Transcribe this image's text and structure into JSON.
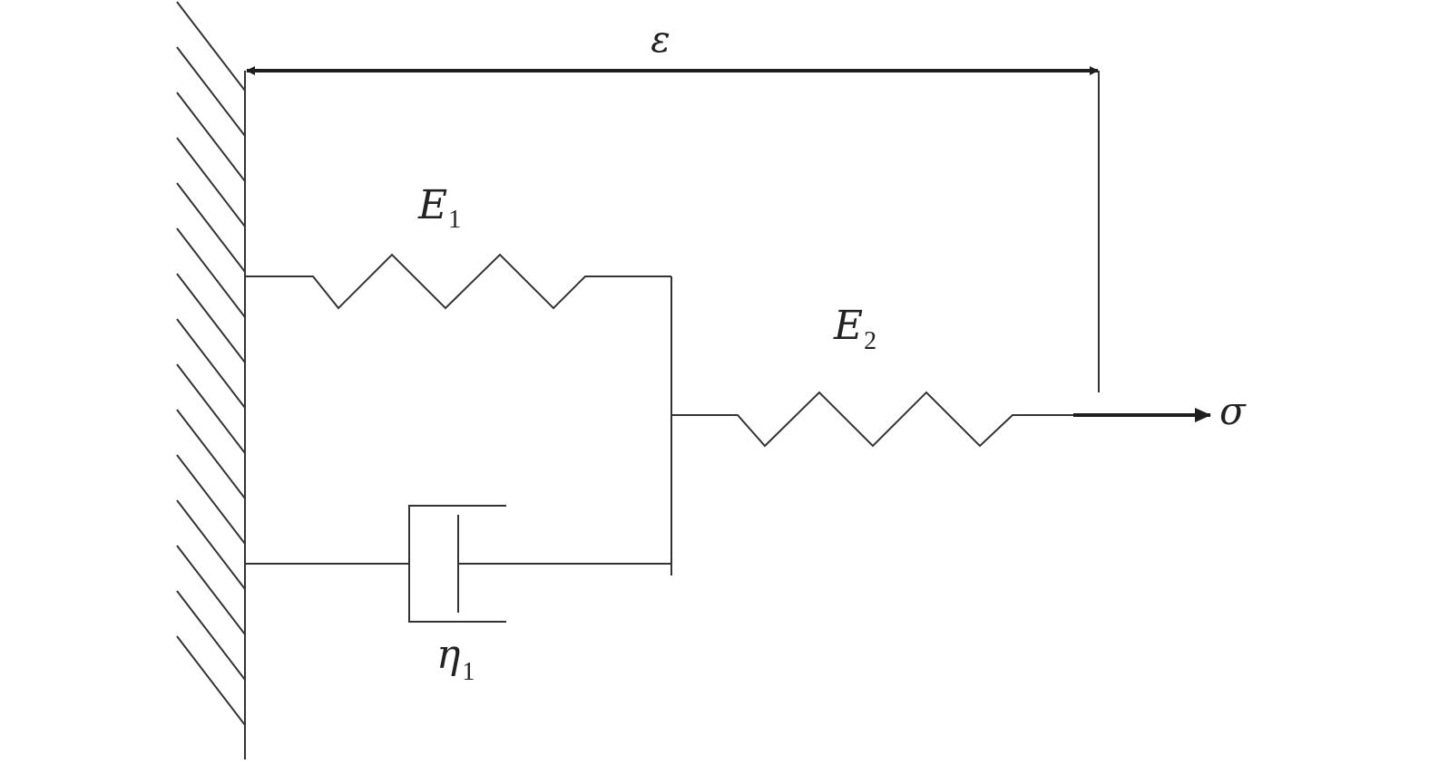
{
  "labels": {
    "strain": "ε",
    "stress": "σ",
    "spring1": {
      "symbol": "E",
      "subscript": "1"
    },
    "spring2": {
      "symbol": "E",
      "subscript": "2"
    },
    "dashpot": {
      "symbol": "η",
      "subscript": "1"
    }
  },
  "colors": {
    "line": "#333333",
    "arrow": "#1e1e1e",
    "text": "#222222"
  }
}
